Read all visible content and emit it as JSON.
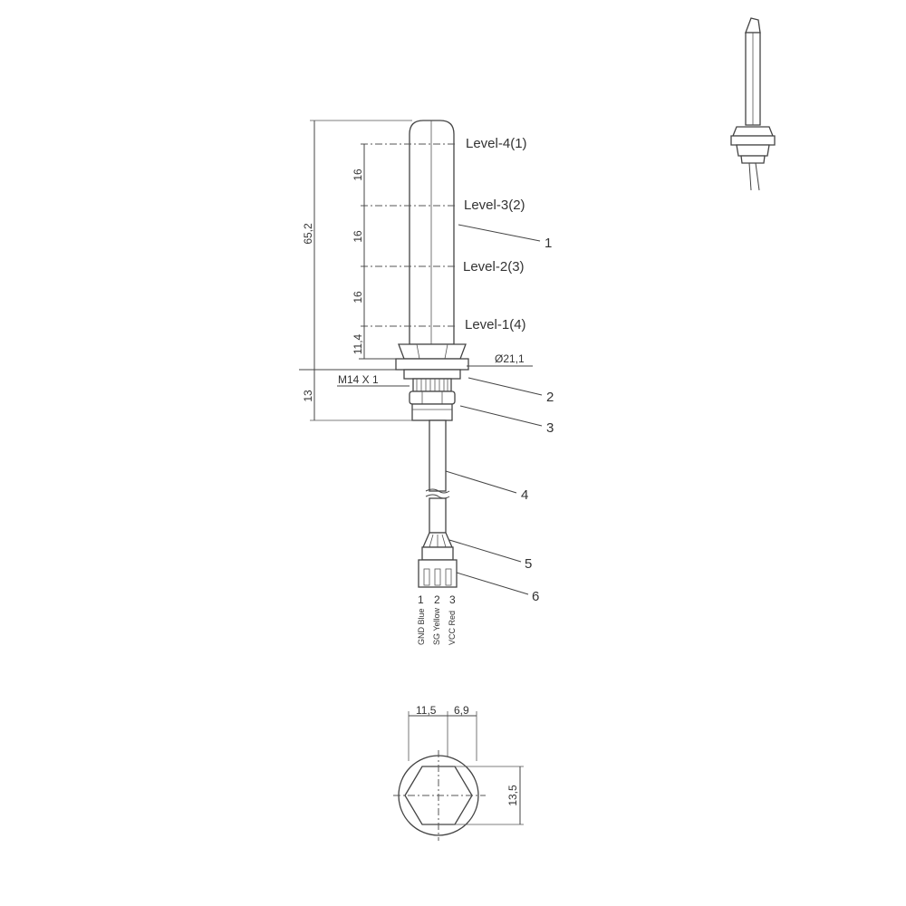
{
  "levels": {
    "level4": "Level-4(1)",
    "level3": "Level-3(2)",
    "level2": "Level-2(3)",
    "level1": "Level-1(4)"
  },
  "dimensions": {
    "total_length": "65,2",
    "spacing_top": "16",
    "spacing_mid": "16",
    "spacing_low": "16",
    "bottom_offset": "11,4",
    "flange_diameter": "Ø21,1",
    "thread": "M14 X 1",
    "thread_length": "13",
    "hex_left": "11,5",
    "hex_right": "6,9",
    "hex_across_flats": "13,5"
  },
  "callouts": {
    "c1": "1",
    "c2": "2",
    "c3": "3",
    "c4": "4",
    "c5": "5",
    "c6": "6"
  },
  "pins": [
    {
      "number": "1",
      "label": "GND Blue"
    },
    {
      "number": "2",
      "label": "SG Yellow"
    },
    {
      "number": "3",
      "label": "VCC Red"
    }
  ]
}
